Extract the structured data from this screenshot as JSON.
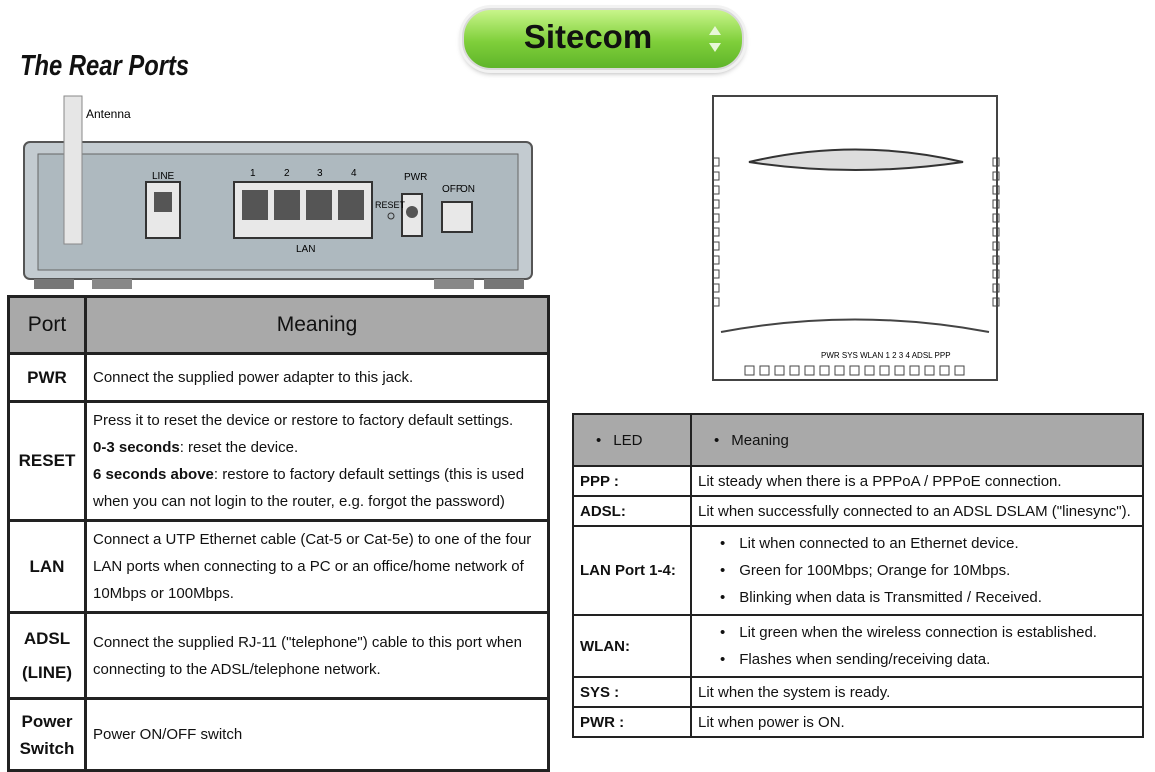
{
  "brand": {
    "label": "Sitecom"
  },
  "title": "The Rear Ports",
  "router": {
    "antenna": "Antenna",
    "line": "LINE",
    "lan_numbers": [
      "1",
      "2",
      "3",
      "4"
    ],
    "lan": "LAN",
    "reset": "RESET",
    "pwr": "PWR",
    "off": "OFF",
    "on": "ON"
  },
  "front_panel": {
    "leds_label": "PWR SYS WLAN 1 2 3 4 ADSL PPP"
  },
  "ports_table": {
    "headers": [
      "Port",
      "Meaning"
    ],
    "rows": [
      {
        "port": "PWR",
        "meaning": "Connect the supplied power adapter to this jack."
      },
      {
        "port": "RESET",
        "lines": [
          "Press it to reset the device or restore to factory default settings."
        ],
        "b1": "0-3 seconds",
        "t1": ": reset the device.",
        "b2": "6 seconds above",
        "t2": ": restore to factory default settings (this is used when you can not login to the router, e.g. forgot the password)"
      },
      {
        "port": "LAN",
        "meaning": "Connect a UTP Ethernet cable (Cat-5 or Cat-5e) to one of the four LAN ports when connecting to a PC or an office/home network of 10Mbps or 100Mbps."
      },
      {
        "port": "ADSL (LINE)",
        "meaning": "Connect the supplied RJ-11 (\"telephone\") cable to this port when connecting to the ADSL/telephone network."
      },
      {
        "port": "Power Switch",
        "meaning": "Power ON/OFF switch"
      }
    ]
  },
  "led_table": {
    "headers": [
      "LED",
      "Meaning"
    ],
    "rows": [
      {
        "led": "PPP :",
        "meaning": "Lit steady when there is a PPPoA / PPPoE connection."
      },
      {
        "led": "ADSL:",
        "meaning": "Lit when successfully connected to an ADSL DSLAM (\"linesync\")."
      },
      {
        "led": "LAN Port 1-4:",
        "items": [
          "Lit when connected to an Ethernet device.",
          "Green for 100Mbps; Orange for 10Mbps.",
          "Blinking when data is Transmitted / Received."
        ]
      },
      {
        "led": "WLAN:",
        "items": [
          "Lit green when the wireless connection is established.",
          "Flashes when sending/receiving data."
        ]
      },
      {
        "led": "SYS :",
        "meaning": "Lit when the system is ready."
      },
      {
        "led": "PWR :",
        "meaning": "Lit when power is ON."
      }
    ]
  },
  "colors": {
    "brand_green": "#7fcf3a",
    "header_gray": "#a9a9a9",
    "router_body": "#b9c3c9"
  }
}
